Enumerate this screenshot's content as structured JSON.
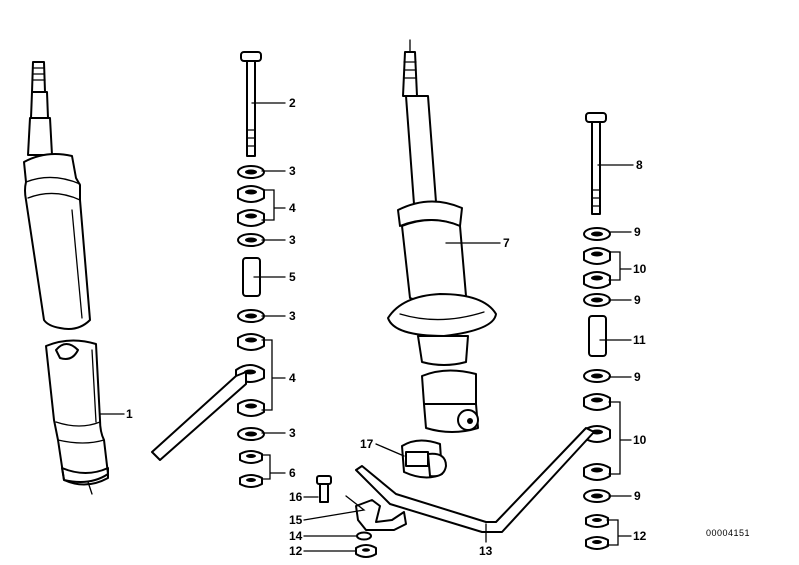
{
  "labels": {
    "l1": "1",
    "l2": "2",
    "l3a": "3",
    "l4a": "4",
    "l3b": "3",
    "l5": "5",
    "l3c": "3",
    "l4b": "4",
    "l3d": "3",
    "l6": "6",
    "l7": "7",
    "l8": "8",
    "l9a": "9",
    "l10a": "10",
    "l9b": "9",
    "l11": "11",
    "l9c": "9",
    "l10b": "10",
    "l9d": "9",
    "l12a": "12",
    "l13": "13",
    "l12b": "12",
    "l14": "14",
    "l15": "15",
    "l16": "16",
    "l17": "17"
  },
  "document_number": "00004151"
}
